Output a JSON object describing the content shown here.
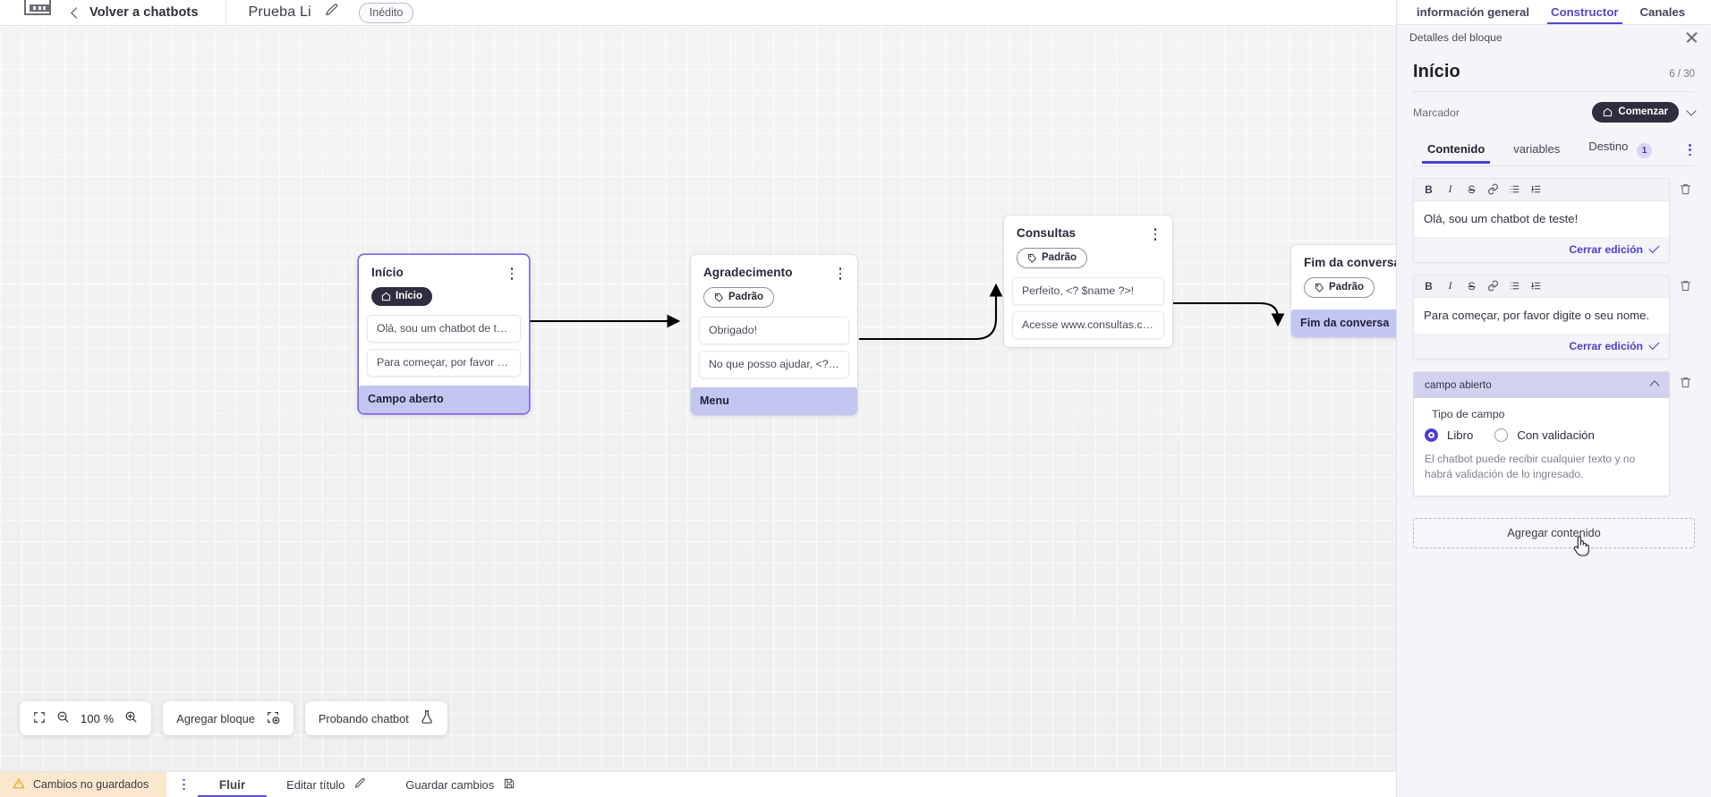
{
  "topbar": {
    "logo_icon": "app-logo-icon",
    "back_label": "Volver a chatbots",
    "bot_name": "Prueba Li",
    "edit_icon": "pencil-icon",
    "status_badge": "Inédito"
  },
  "canvas": {
    "nodes": [
      {
        "title": "Início",
        "tag": "Início",
        "tag_style": "dark",
        "tag_icon": "home-icon",
        "selected": true,
        "messages": [
          "Olá, sou um chatbot de teste!",
          "Para começar, por favor digite o ..."
        ],
        "field": "Campo aberto"
      },
      {
        "title": "Agradecimento",
        "tag": "Padrão",
        "tag_style": "outline",
        "tag_icon": "tag-icon",
        "selected": false,
        "messages": [
          "Obrigado!",
          "No que posso ajudar, <? $name ..."
        ],
        "field": "Menu"
      },
      {
        "title": "Consultas",
        "tag": "Padrão",
        "tag_style": "outline",
        "tag_icon": "tag-icon",
        "selected": false,
        "messages": [
          "Perfeito, <? $name ?>!",
          "Acesse www.consultas.com par..."
        ],
        "field": null
      },
      {
        "title": "Fim da conversa",
        "tag": "Padrão",
        "tag_style": "outline",
        "tag_icon": "tag-icon",
        "selected": false,
        "messages": [],
        "field": "Fim da conversa"
      }
    ]
  },
  "float_toolbar": {
    "fit_icon": "fit-screen-icon",
    "zoom_out_icon": "zoom-out-icon",
    "zoom_level": "100 %",
    "zoom_in_icon": "zoom-in-icon",
    "add_block_label": "Agregar bloque",
    "add_block_icon": "add-block-icon",
    "test_label": "Probando chatbot",
    "test_icon": "flask-icon"
  },
  "bottombar": {
    "warning_icon": "warning-triangle-icon",
    "unsaved_label": "Cambios no guardados",
    "kebab_icon": "kebab-menu-icon",
    "tab_flow": "Fluir",
    "edit_title_label": "Editar título",
    "edit_title_icon": "pencil-icon",
    "save_label": "Guardar cambios",
    "save_icon": "save-disk-icon"
  },
  "panel": {
    "tabs": [
      {
        "label": "información general",
        "active": false
      },
      {
        "label": "Constructor",
        "active": true
      },
      {
        "label": "Canales",
        "active": false
      }
    ],
    "subtitle": "Detalles del bloque",
    "close_icon": "close-icon",
    "block_title": "Início",
    "block_count": "6 / 30",
    "marker_label": "Marcador",
    "marker_pill": "Comenzar",
    "marker_pill_icon": "home-icon",
    "marker_chevron_icon": "chevron-down-icon",
    "content_tabs": [
      {
        "label": "Contenido",
        "active": true,
        "badge": null
      },
      {
        "label": "variables",
        "active": false,
        "badge": null
      },
      {
        "label": "Destino",
        "active": false,
        "badge": "1"
      }
    ],
    "content_kebab_icon": "kebab-menu-icon",
    "editor_toolbar": [
      {
        "icon": "bold-icon",
        "glyph": "B"
      },
      {
        "icon": "italic-icon",
        "glyph": "I"
      },
      {
        "icon": "strikethrough-icon",
        "glyph": "S"
      },
      {
        "icon": "link-icon",
        "glyph": "⚗"
      },
      {
        "icon": "bullet-list-icon",
        "glyph": "☰"
      },
      {
        "icon": "numbered-list-icon",
        "glyph": "≡"
      }
    ],
    "cards": [
      {
        "text": "Olá, sou um chatbot de teste!",
        "close_label": "Cerrar edición"
      },
      {
        "text": "Para começar, por favor digite o seu nome.",
        "close_label": "Cerrar edición"
      }
    ],
    "delete_icon": "trash-icon",
    "field_card": {
      "header": "campo abierto",
      "collapse_icon": "chevron-up-icon",
      "type_label": "Tipo de campo",
      "options": [
        {
          "label": "Libro",
          "selected": true
        },
        {
          "label": "Con validación",
          "selected": false
        }
      ],
      "help": "El chatbot puede recibir cualquier texto y no habrá validación de lo ingresado."
    },
    "add_content_label": "Agregar contenido"
  },
  "colors": {
    "accent": "#4b3fd1",
    "dark_pill": "#2e2e3e",
    "field_highlight": "#c3c6f2",
    "warning_bg": "#fbe7cd"
  }
}
